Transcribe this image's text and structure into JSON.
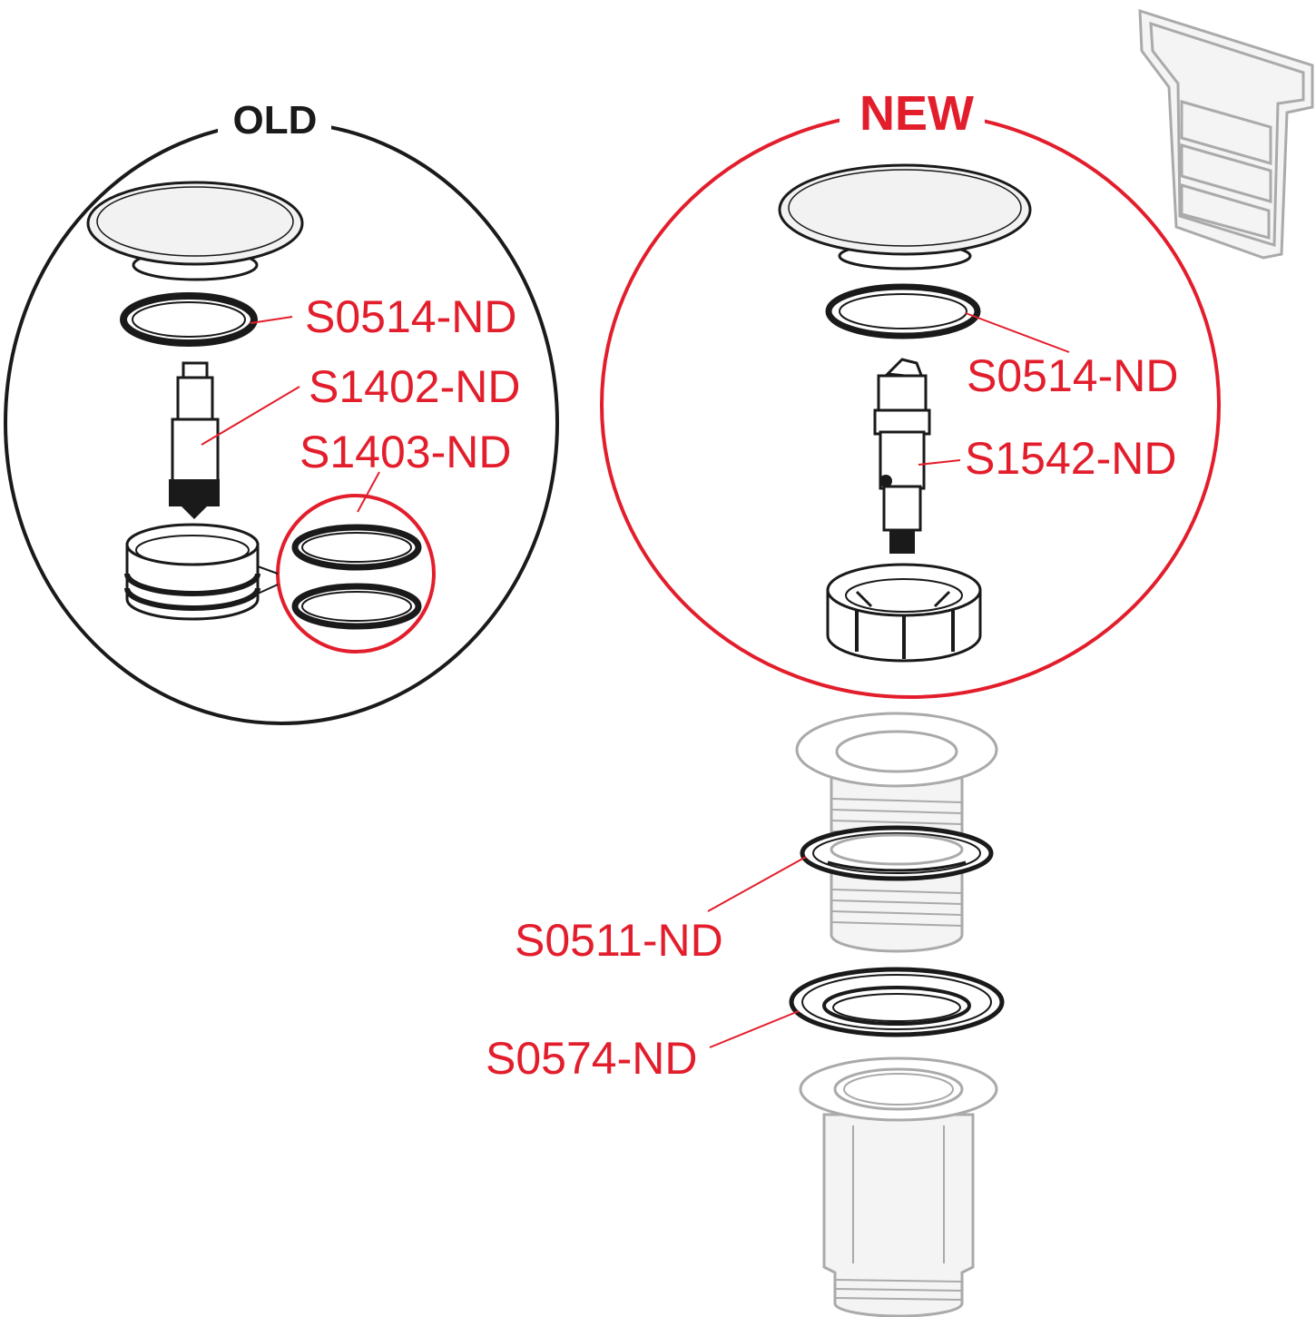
{
  "colors": {
    "accent": "#e31e2c",
    "outline": "#1a1a1a",
    "ghost": "#aaaaaa"
  },
  "groups": {
    "old": {
      "title": "OLD"
    },
    "new": {
      "title": "NEW"
    }
  },
  "labels": {
    "old_s0514": "S0514-ND",
    "old_s1402": "S1402-ND",
    "old_s1403": "S1403-ND",
    "new_s0514": "S0514-ND",
    "new_s1542": "S1542-ND",
    "s0511": "S0511-ND",
    "s0574": "S0574-ND"
  },
  "icons": {
    "tool": "removal-tool-icon"
  }
}
